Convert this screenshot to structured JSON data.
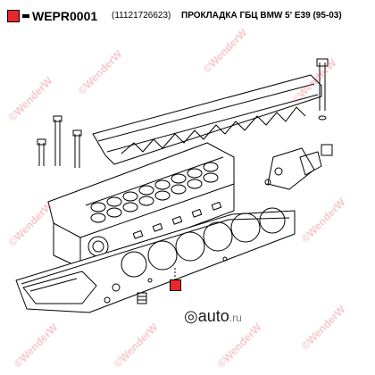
{
  "header": {
    "code": "WEPR0001",
    "oem": "(11121726623)",
    "description": "ПРОКЛАДКА ГБЦ BMW 5' E39 (95-03)"
  },
  "watermark": {
    "text": "©WenderW",
    "color": "#e1505a"
  },
  "site_logo": {
    "name": "auto",
    "ru": ".ru"
  },
  "colors": {
    "accent": "#e8262c"
  }
}
